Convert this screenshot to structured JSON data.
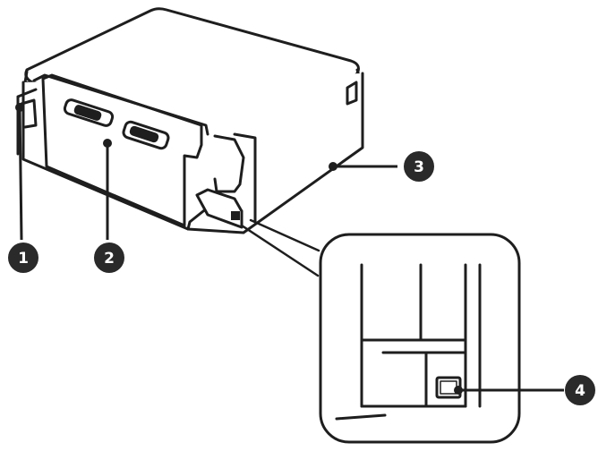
{
  "callouts": [
    {
      "label": "1",
      "part": "left-edge"
    },
    {
      "label": "2",
      "part": "rear-cover"
    },
    {
      "label": "3",
      "part": "right-side-panel"
    },
    {
      "label": "4",
      "part": "usb-port"
    }
  ],
  "colors": {
    "line": "#1e1e1e",
    "callout_fill": "#2a2a2a",
    "callout_text": "#ffffff",
    "background": "#ffffff"
  }
}
